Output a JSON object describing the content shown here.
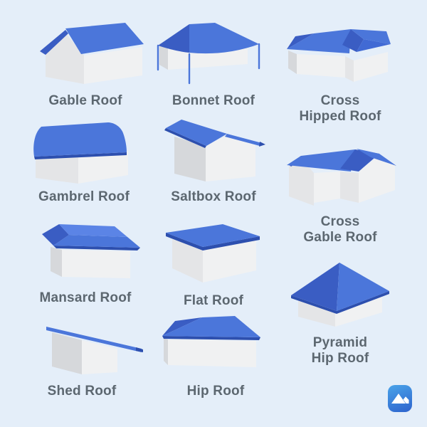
{
  "palette": {
    "background": "#e4eef9",
    "roof_blue": "#4b76da",
    "roof_mid": "#416ad4",
    "roof_dark": "#3a5dc3",
    "roof_deep": "#2d4fae",
    "roof_light": "#5b84e6",
    "wall_light": "#f0f1f2",
    "wall_mid": "#e4e5e7",
    "wall_dark": "#d6d8db",
    "label_text": "#5c6770",
    "logo_top": "#4aa3e9",
    "logo_bottom": "#2d63cd"
  },
  "items": [
    {
      "id": "gable-roof",
      "lines": [
        "Gable Roof"
      ]
    },
    {
      "id": "bonnet-roof",
      "lines": [
        "Bonnet Roof"
      ]
    },
    {
      "id": "cross-hipped-roof",
      "lines": [
        "Cross",
        "Hipped Roof"
      ]
    },
    {
      "id": "gambrel-roof",
      "lines": [
        "Gambrel Roof"
      ]
    },
    {
      "id": "saltbox-roof",
      "lines": [
        "Saltbox Roof"
      ]
    },
    {
      "id": "cross-gable-roof",
      "lines": [
        "Cross",
        "Gable Roof"
      ]
    },
    {
      "id": "mansard-roof",
      "lines": [
        "Mansard Roof"
      ]
    },
    {
      "id": "flat-roof",
      "lines": [
        "Flat Roof"
      ]
    },
    {
      "id": "pyramid-hip-roof",
      "lines": [
        "Pyramid",
        "Hip Roof"
      ]
    },
    {
      "id": "shed-roof",
      "lines": [
        "Shed Roof"
      ]
    },
    {
      "id": "hip-roof",
      "lines": [
        "Hip Roof"
      ]
    }
  ],
  "logo": {
    "icon": "roof-logo-icon"
  }
}
